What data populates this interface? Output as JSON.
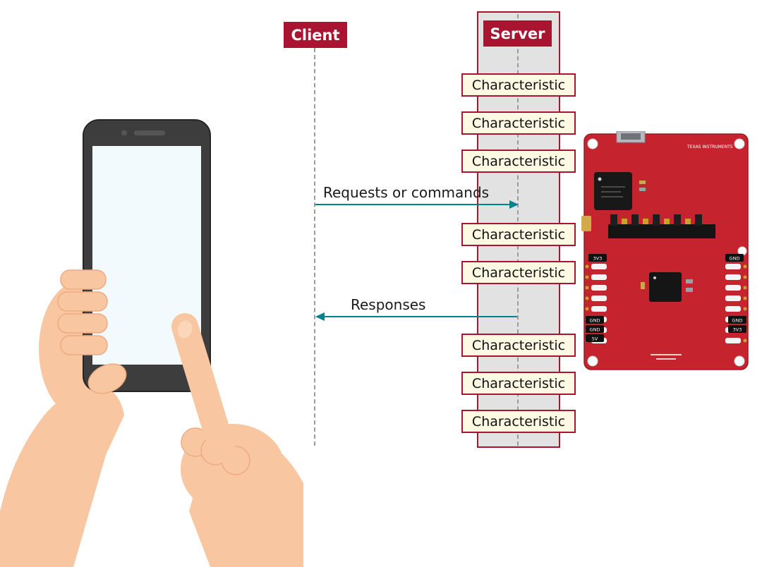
{
  "diagram": {
    "client": {
      "label": "Client"
    },
    "server": {
      "label": "Server"
    },
    "characteristics": [
      "Characteristic",
      "Characteristic",
      "Characteristic",
      "Characteristic",
      "Characteristic",
      "Characteristic",
      "Characteristic",
      "Characteristic"
    ],
    "messages": {
      "request": {
        "label": "Requests or commands",
        "direction": "client-to-server"
      },
      "response": {
        "label": "Responses",
        "direction": "server-to-client"
      }
    }
  },
  "board": {
    "brand": "TEXAS INSTRUMENTS",
    "labels": [
      "3V3",
      "GND",
      "GND",
      "GND",
      "5V",
      "GND",
      "3V3"
    ]
  },
  "colors": {
    "accent-red": "#a91430",
    "band-gray": "#e2e2e2",
    "char-bg": "#fdf9e3",
    "arrow-teal": "#00828e",
    "lifeline-gray": "#9b9b9b",
    "board-red": "#c5242f",
    "skin": "#f8c6a0",
    "phone-body": "#3d3d3d",
    "screen": "#f3fafd"
  }
}
